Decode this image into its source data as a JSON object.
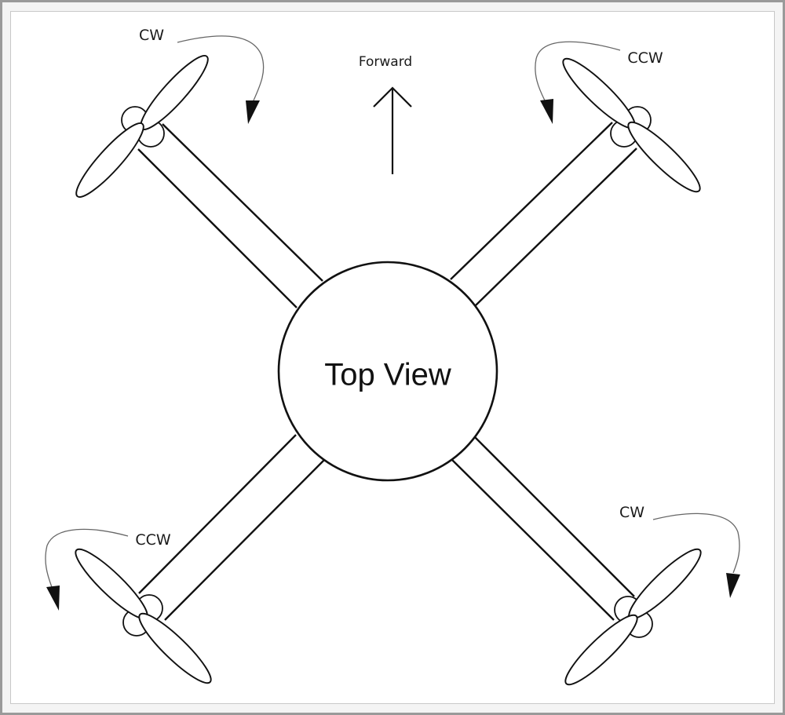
{
  "diagram": {
    "title": "Top View",
    "forward_label": "Forward",
    "rotors": {
      "front_left": {
        "direction": "CW"
      },
      "front_right": {
        "direction": "CCW"
      },
      "rear_left": {
        "direction": "CCW"
      },
      "rear_right": {
        "direction": "CW"
      }
    }
  },
  "colors": {
    "line": "#111111",
    "curve": "#666666",
    "frame": "#9a9a9a",
    "background": "#ffffff"
  }
}
